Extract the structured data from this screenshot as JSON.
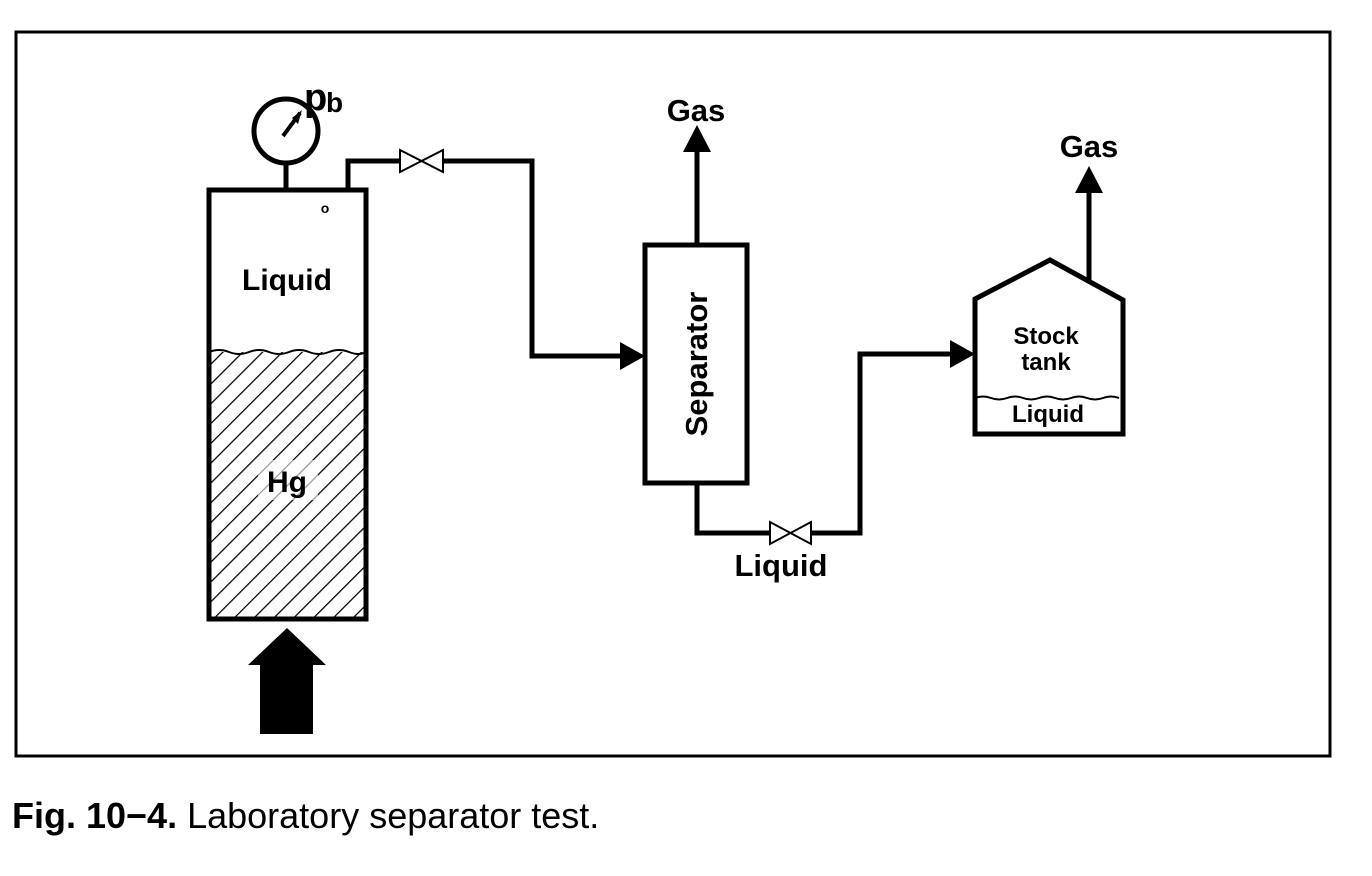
{
  "figure": {
    "caption_number": "Fig. 10−4.",
    "caption_text": " Laboratory separator test.",
    "labels": {
      "gauge_symbol": "p",
      "gauge_subscript": "b",
      "cell_liquid": "Liquid",
      "cell_mercury": "Hg",
      "separator": "Separator",
      "separator_gas": "Gas",
      "separator_liquid": "Liquid",
      "stock_tank_line1": "Stock",
      "stock_tank_line2": "tank",
      "stock_tank_liquid": "Liquid",
      "stock_tank_gas": "Gas"
    },
    "colors": {
      "ink": "#000000",
      "background": "#ffffff"
    }
  }
}
